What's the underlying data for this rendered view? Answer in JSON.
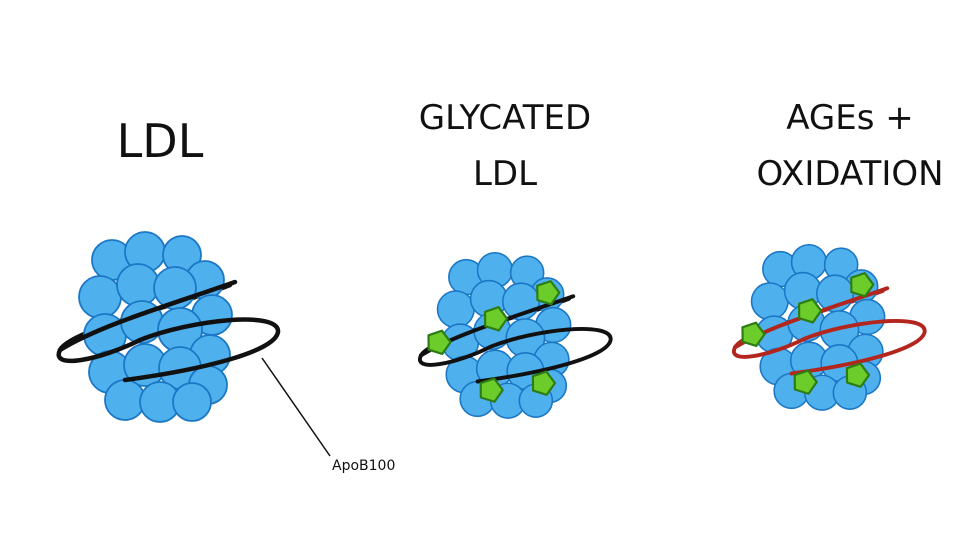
{
  "panels": [
    {
      "title_lines": [
        "LDL"
      ],
      "helix_color": "#111111",
      "has_glycation": false
    },
    {
      "title_lines": [
        "GLYCATED",
        "LDL"
      ],
      "helix_color": "#111111",
      "has_glycation": true
    },
    {
      "title_lines": [
        "AGEs +",
        "OXIDATION"
      ],
      "helix_color": "#b3261e",
      "has_glycation": true
    }
  ],
  "callout": {
    "label": "ApoB100"
  },
  "colors": {
    "sphere_fill": "#4fb0ee",
    "sphere_stroke": "#1b77c4",
    "glycation_fill": "#6ccc2a",
    "glycation_stroke": "#2d7d14",
    "text": "#111111"
  }
}
